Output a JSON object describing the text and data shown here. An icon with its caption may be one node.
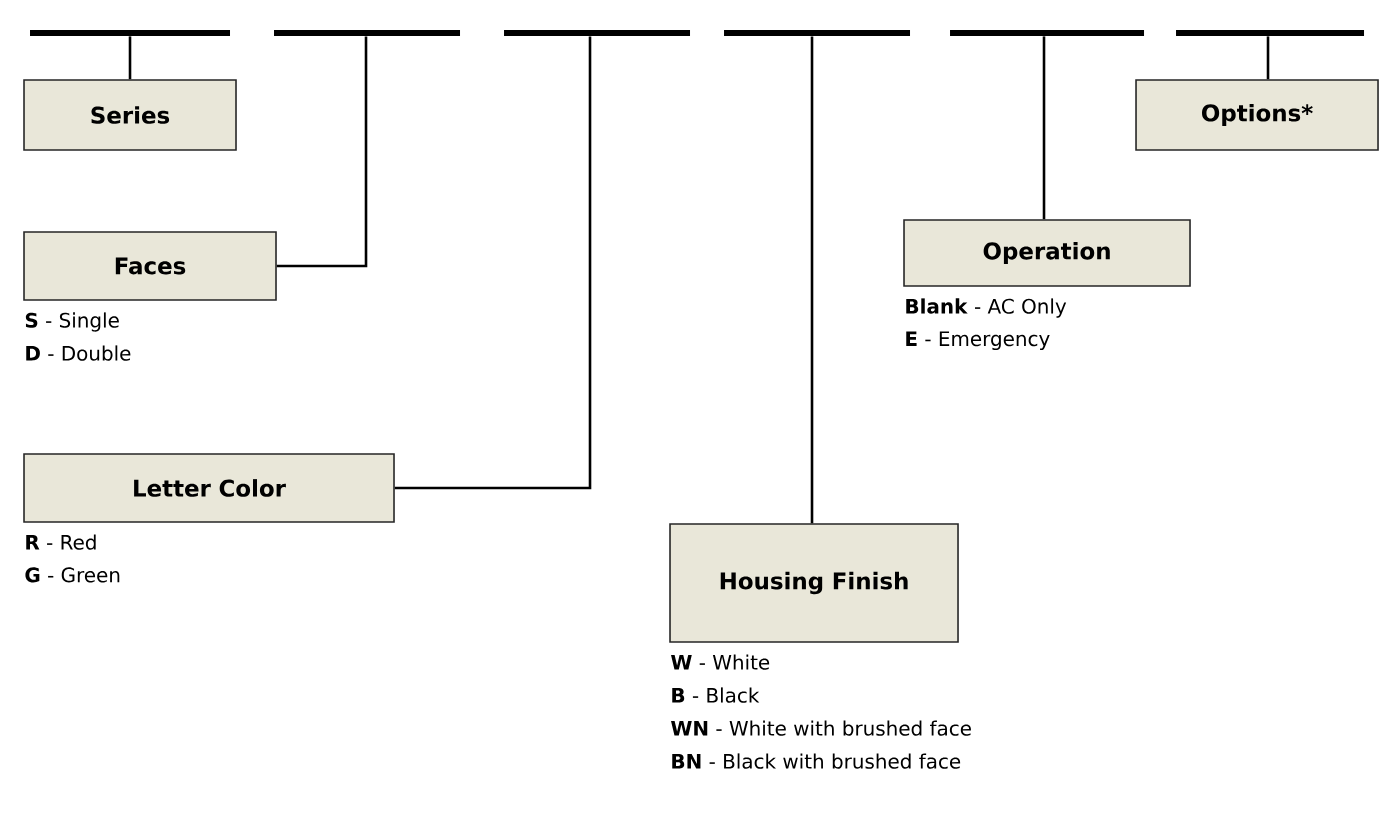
{
  "diagram": {
    "nodes": [
      {
        "text": [],
        "shape": "bar"
      },
      {
        "text": [],
        "shape": "bar"
      },
      {
        "text": [],
        "shape": "bar"
      },
      {
        "text": [],
        "shape": "bar"
      },
      {
        "text": [],
        "shape": "bar"
      },
      {
        "text": [],
        "shape": "bar"
      },
      {
        "text": [
          "Series"
        ]
      },
      {
        "text": [
          "Options*"
        ]
      },
      {
        "text": [
          "Faces"
        ],
        "beside": [
          "**S** - Single",
          "**D** - Double"
        ]
      },
      {
        "text": [
          "Operation"
        ],
        "beside": [
          "**Blank** - AC Only",
          "**E** - Emergency"
        ]
      },
      {
        "text": [
          "Letter Color"
        ],
        "beside": [
          "**R** - Red",
          "**G** - Green"
        ]
      },
      {
        "text": [
          "Housing Finish"
        ],
        "beside": [
          "**W** - White",
          "**B** - Black",
          "**WN** - White with brushed face",
          "**BN** - Black with brushed face"
        ]
      }
    ],
    "edges": [
      {
        "from": 0,
        "to": 6,
        "arrow": "none"
      },
      {
        "from": 1,
        "to": 8,
        "arrow": "none"
      },
      {
        "from": 2,
        "to": 10,
        "arrow": "none"
      },
      {
        "from": 3,
        "to": 11,
        "arrow": "none"
      },
      {
        "from": 4,
        "to": 9,
        "arrow": "none"
      },
      {
        "from": 5,
        "to": 7,
        "arrow": "none"
      }
    ]
  }
}
